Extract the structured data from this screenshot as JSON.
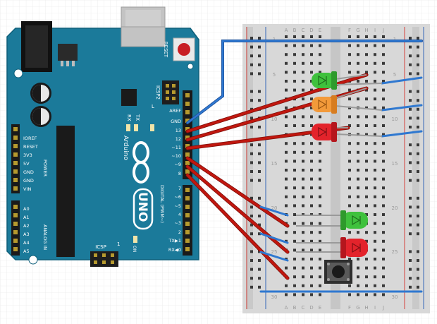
{
  "board": {
    "brand": "Arduino",
    "model": "UNO",
    "reset_label": "RESET",
    "icsp2_label": "ICSP2",
    "icsp_label": "ICSP",
    "tx_label": "TX",
    "rx_label": "RX",
    "l_label": "L",
    "on_label": "ON",
    "digital_label": "DIGITAL (PWM~)",
    "power_label": "POWER",
    "analog_label": "ANALOG IN",
    "icsp_pin_label": "1",
    "right_pins": [
      "AREF",
      "GND",
      "13",
      "12",
      "~11",
      "~10",
      "~9",
      "8",
      "",
      "7",
      "~6",
      "~5",
      "4",
      "~3",
      "2",
      "TX▶1",
      "RX◀0"
    ],
    "left_power_pins": [
      "",
      "IOREF",
      "RESET",
      "3V3",
      "5V",
      "GND",
      "GND",
      "VIN"
    ],
    "left_analog_pins": [
      "A0",
      "A1",
      "A2",
      "A3",
      "A4",
      "A5"
    ]
  },
  "breadboard": {
    "col_letters_left": [
      "A",
      "B",
      "C",
      "D",
      "E"
    ],
    "col_letters_right": [
      "F",
      "G",
      "H",
      "I",
      "J"
    ],
    "row_numbers": [
      "1",
      "5",
      "10",
      "15",
      "20",
      "25",
      "30"
    ]
  },
  "colors": {
    "board": "#1b7a9a",
    "wire_red": "#c0170f",
    "wire_blue": "#2b6fc4",
    "led_green": "#3fc13d",
    "led_orange": "#f39a3a",
    "led_red": "#e3232b"
  }
}
